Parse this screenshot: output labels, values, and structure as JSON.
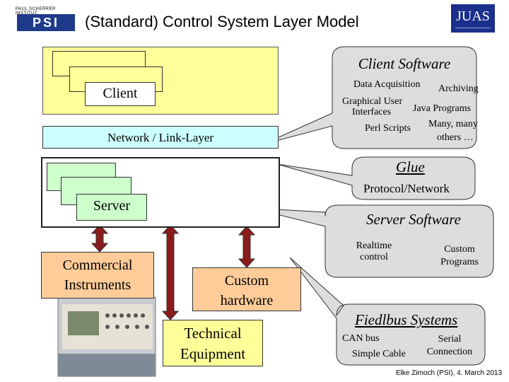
{
  "header": {
    "title": "(Standard) Control System Layer Model",
    "psi_caption": "PAUL SCHERRER INSTITUT",
    "psi_logo_text": "PSI",
    "juas_logo_text": "JUAS"
  },
  "layers": {
    "client_label": "Client",
    "network_label": "Network / Link-Layer",
    "server_label": "Server"
  },
  "devices": {
    "commercial": [
      "Commercial",
      "Instruments"
    ],
    "custom_hw": [
      "Custom",
      "hardware"
    ],
    "technical": [
      "Technical",
      "Equipment"
    ]
  },
  "bubbles": {
    "client_software": {
      "title": "Client Software",
      "items": [
        "Data Acquisition",
        "Archiving",
        "Graphical User",
        "Interfaces",
        "Java Programs",
        "Perl Scripts",
        "Many, many",
        "others …"
      ]
    },
    "glue": {
      "title": "Glue",
      "subtitle": "Protocol/Network"
    },
    "server_software": {
      "title": "Server Software",
      "items": [
        "Realtime",
        "control",
        "Custom",
        "Programs"
      ]
    },
    "fieldbus": {
      "title": "Fiedlbus Systems",
      "items": [
        "CAN bus",
        "Simple Cable",
        "Serial",
        "Connection"
      ]
    }
  },
  "footer": {
    "credit": "Elke Zimoch (PSI), 4. March 2013"
  },
  "colors": {
    "client_band": "#ffff99",
    "network_band": "#ccffff",
    "server_card": "#ccffcc",
    "device_box": "#ffcc99",
    "arrow": "#8b1a1a",
    "bubble": "#dddddd"
  }
}
